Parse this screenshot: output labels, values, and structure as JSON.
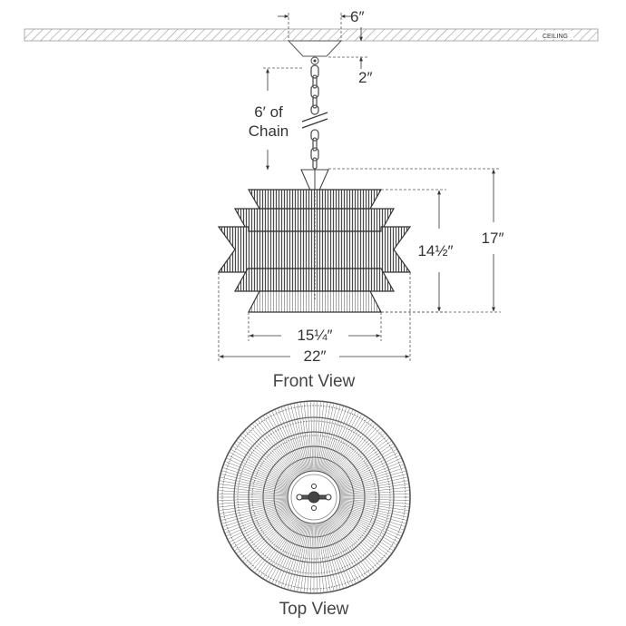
{
  "ceiling": {
    "label": "CEILING"
  },
  "dimensions": {
    "canopy_width": "6″",
    "canopy_height": "2″",
    "chain_length_line1": "6′ of",
    "chain_length_line2": "Chain",
    "shade_height": "14½″",
    "overall_height": "17″",
    "bottom_width": "15¼″",
    "overall_width": "22″"
  },
  "views": {
    "front": "Front View",
    "top": "Top View"
  },
  "colors": {
    "line": "#333333",
    "dash": "#555555",
    "hatch": "#9a9a9a",
    "shade": "#4a4a4a",
    "wire": "#6f6f6f"
  }
}
